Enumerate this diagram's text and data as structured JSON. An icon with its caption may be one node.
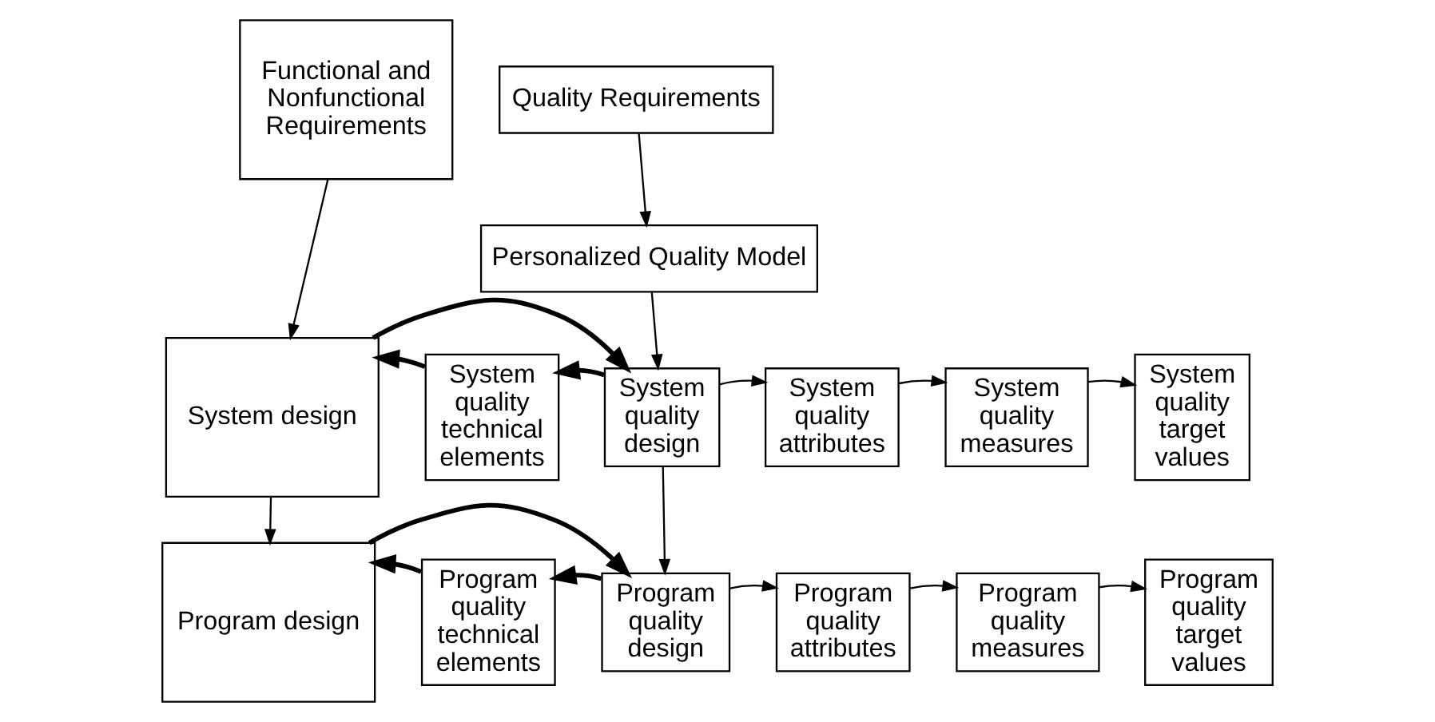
{
  "diagram": {
    "nodes": [
      {
        "text": [
          "Functional and Nonfunctional Requirements"
        ]
      },
      {
        "text": [
          "Quality Requirements"
        ]
      },
      {
        "text": [
          "Personalized Quality Model"
        ]
      },
      {
        "text": [
          "System design"
        ]
      },
      {
        "text": [
          "System quality technical elements"
        ]
      },
      {
        "text": [
          "System quality design"
        ]
      },
      {
        "text": [
          "System quality attributes"
        ]
      },
      {
        "text": [
          "System quality measures"
        ]
      },
      {
        "text": [
          "System quality target values"
        ]
      },
      {
        "text": [
          "Program design"
        ]
      },
      {
        "text": [
          "Program quality technical elements"
        ]
      },
      {
        "text": [
          "Program quality design"
        ]
      },
      {
        "text": [
          "Program quality attributes"
        ]
      },
      {
        "text": [
          "Program quality measures"
        ]
      },
      {
        "text": [
          "Program quality target values"
        ]
      }
    ],
    "edges": [
      {
        "from": 1,
        "to": 2,
        "arrow": "to"
      },
      {
        "from": 2,
        "to": 5,
        "arrow": "to"
      },
      {
        "from": 0,
        "to": 3,
        "arrow": "to"
      },
      {
        "from": 5,
        "to": 4,
        "arrow": "to",
        "style": "thick"
      },
      {
        "from": 4,
        "to": 3,
        "arrow": "to",
        "style": "thick"
      },
      {
        "from": 3,
        "to": 5,
        "arrow": "to",
        "style": "thick"
      },
      {
        "from": 5,
        "to": 6,
        "arrow": "to"
      },
      {
        "from": 6,
        "to": 7,
        "arrow": "to"
      },
      {
        "from": 7,
        "to": 8,
        "arrow": "to"
      },
      {
        "from": 3,
        "to": 9,
        "arrow": "to"
      },
      {
        "from": 5,
        "to": 11,
        "arrow": "to"
      },
      {
        "from": 11,
        "to": 10,
        "arrow": "to",
        "style": "thick"
      },
      {
        "from": 10,
        "to": 9,
        "arrow": "to",
        "style": "thick"
      },
      {
        "from": 9,
        "to": 11,
        "arrow": "to",
        "style": "thick"
      },
      {
        "from": 11,
        "to": 12,
        "arrow": "to"
      },
      {
        "from": 12,
        "to": 13,
        "arrow": "to"
      },
      {
        "from": 13,
        "to": 14,
        "arrow": "to"
      }
    ]
  }
}
